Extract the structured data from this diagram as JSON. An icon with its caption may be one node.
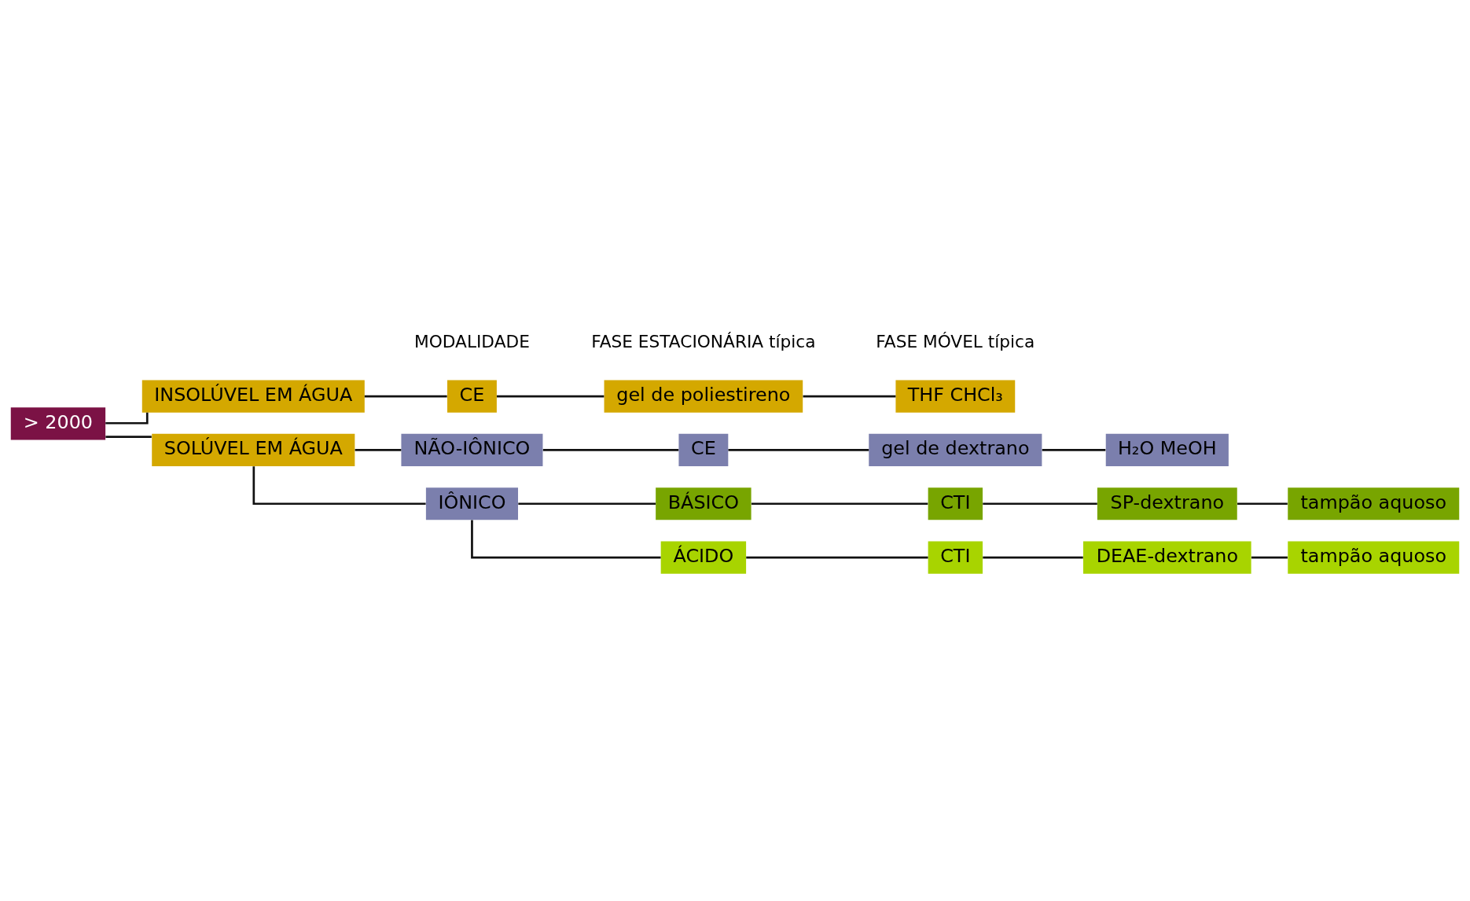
{
  "diagram": {
    "nodes": [
      {
        "text": [
          "> 2000"
        ]
      },
      {
        "text": [
          "INSOLÚVEL EM ÁGUA"
        ]
      },
      {
        "text": [
          "CE"
        ]
      },
      {
        "text": [
          "gel de poliestireno"
        ]
      },
      {
        "text": [
          "THF CHCl₃"
        ]
      },
      {
        "text": [
          "SOLÚVEL EM ÁGUA"
        ]
      },
      {
        "text": [
          "CE"
        ]
      },
      {
        "text": [
          "gel de dextrano"
        ]
      },
      {
        "text": [
          "H₂O MeOH"
        ]
      },
      {
        "text": [
          "NÃO-IÔNICO"
        ]
      },
      {
        "text": [
          "SP-dextrano"
        ]
      },
      {
        "text": [
          "tampão aquoso"
        ]
      },
      {
        "text": [
          "BÁSICO"
        ]
      },
      {
        "text": [
          "CTI"
        ]
      },
      {
        "text": [
          "IÔNICO"
        ]
      },
      {
        "text": [
          "DEAE-dextrano"
        ]
      },
      {
        "text": [
          "tampão aquoso"
        ]
      },
      {
        "text": [
          "ÁCIDO"
        ]
      },
      {
        "text": [
          "CTI"
        ]
      }
    ],
    "edges": [
      {
        "from": 0,
        "to": 1,
        "arrow": "none"
      },
      {
        "from": 0,
        "to": 5,
        "arrow": "none"
      },
      {
        "from": 1,
        "to": 2,
        "arrow": "none"
      },
      {
        "from": 2,
        "to": 3,
        "arrow": "none"
      },
      {
        "from": 3,
        "to": 4,
        "arrow": "none"
      },
      {
        "from": 5,
        "to": 9,
        "arrow": "none"
      },
      {
        "from": 5,
        "to": 14,
        "arrow": "none"
      },
      {
        "from": 9,
        "to": 6,
        "arrow": "none"
      },
      {
        "from": 6,
        "to": 7,
        "arrow": "none"
      },
      {
        "from": 7,
        "to": 8,
        "arrow": "none"
      },
      {
        "from": 14,
        "to": 12,
        "arrow": "none"
      },
      {
        "from": 14,
        "to": 17,
        "arrow": "none"
      },
      {
        "from": 12,
        "to": 13,
        "arrow": "none"
      },
      {
        "from": 13,
        "to": 10,
        "arrow": "none"
      },
      {
        "from": 10,
        "to": 11,
        "arrow": "none"
      },
      {
        "from": 17,
        "to": 18,
        "arrow": "none"
      },
      {
        "from": 18,
        "to": 15,
        "arrow": "none"
      },
      {
        "from": 15,
        "to": 16,
        "arrow": "none"
      }
    ],
    "labels": [
      "MODALIDADE",
      "FASE ESTACIONÁRIA típica",
      "FASE MÓVEL típica"
    ]
  }
}
